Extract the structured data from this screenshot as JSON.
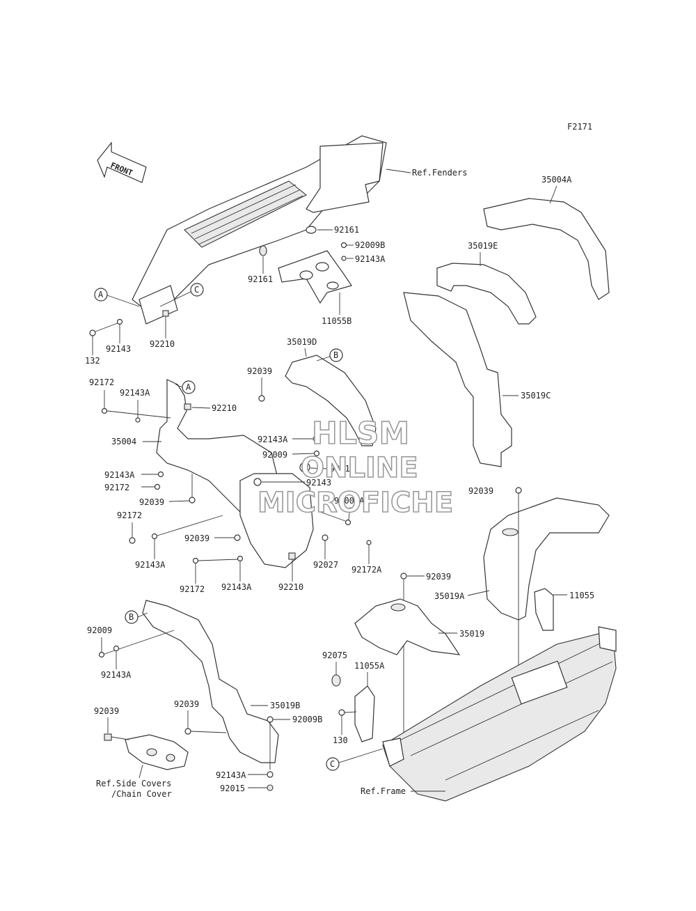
{
  "figure_id": "F2171",
  "front_label": "FRONT",
  "watermark": [
    "HLSM",
    "ONLINE",
    "MICROFICHE"
  ],
  "refs": {
    "fenders": "Ref.Fenders",
    "side_covers_1": "Ref.Side Covers",
    "side_covers_2": "/Chain Cover",
    "frame": "Ref.Frame"
  },
  "callouts": [
    "A",
    "C",
    "B",
    "A",
    "B",
    "C"
  ],
  "labels": [
    "92161",
    "92009B",
    "92143A",
    "92161",
    "11055B",
    "35004A",
    "35019E",
    "132",
    "92143",
    "92210",
    "35019D",
    "92039",
    "92172",
    "92143A",
    "92210",
    "35004",
    "92143A",
    "92009",
    "92210",
    "92143",
    "35019C",
    "92143A",
    "92172",
    "92039",
    "92009A",
    "92172",
    "92039",
    "92143A",
    "92027",
    "92172A",
    "92172",
    "92143A",
    "92210",
    "92039",
    "92039",
    "35019A",
    "11055",
    "35019",
    "92009",
    "92143A",
    "92075",
    "11055A",
    "92039",
    "92009B",
    "35019B",
    "130",
    "92039",
    "92143A",
    "92015"
  ]
}
